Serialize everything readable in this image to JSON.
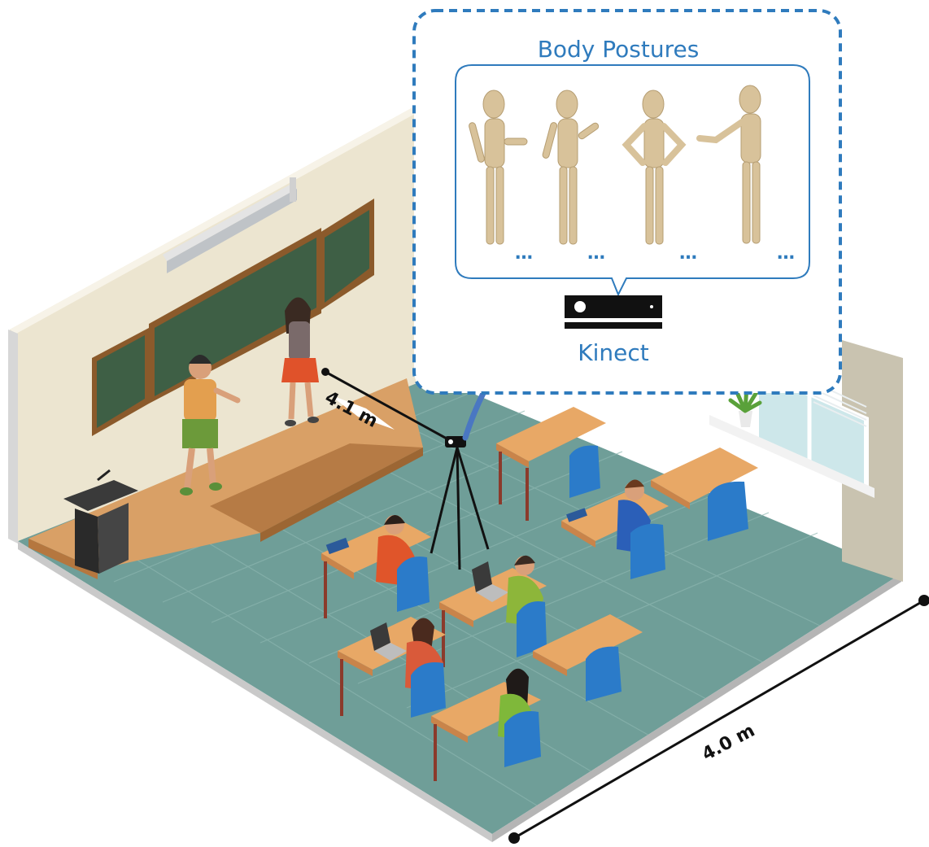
{
  "diagram": {
    "callout_title": "Body Postures",
    "sensor_label": "Kinect",
    "posture_ellipses": [
      "…",
      "…",
      "…",
      "…"
    ],
    "distance_to_presenters": "4.1 m",
    "room_width": "4.0 m"
  },
  "colors": {
    "accent": "#2f7bbd",
    "floor": "#6f9e98",
    "stage": "#d9a066",
    "wall": "#ece5d0",
    "chalkboard": "#3e5f45",
    "desk_top": "#e8a866",
    "chair": "#2b7bc9"
  },
  "icons": [
    "kinect-sensor-icon",
    "tripod-icon",
    "podium-icon",
    "mannequin-icon",
    "plant-icon",
    "laptop-icon",
    "book-icon"
  ]
}
